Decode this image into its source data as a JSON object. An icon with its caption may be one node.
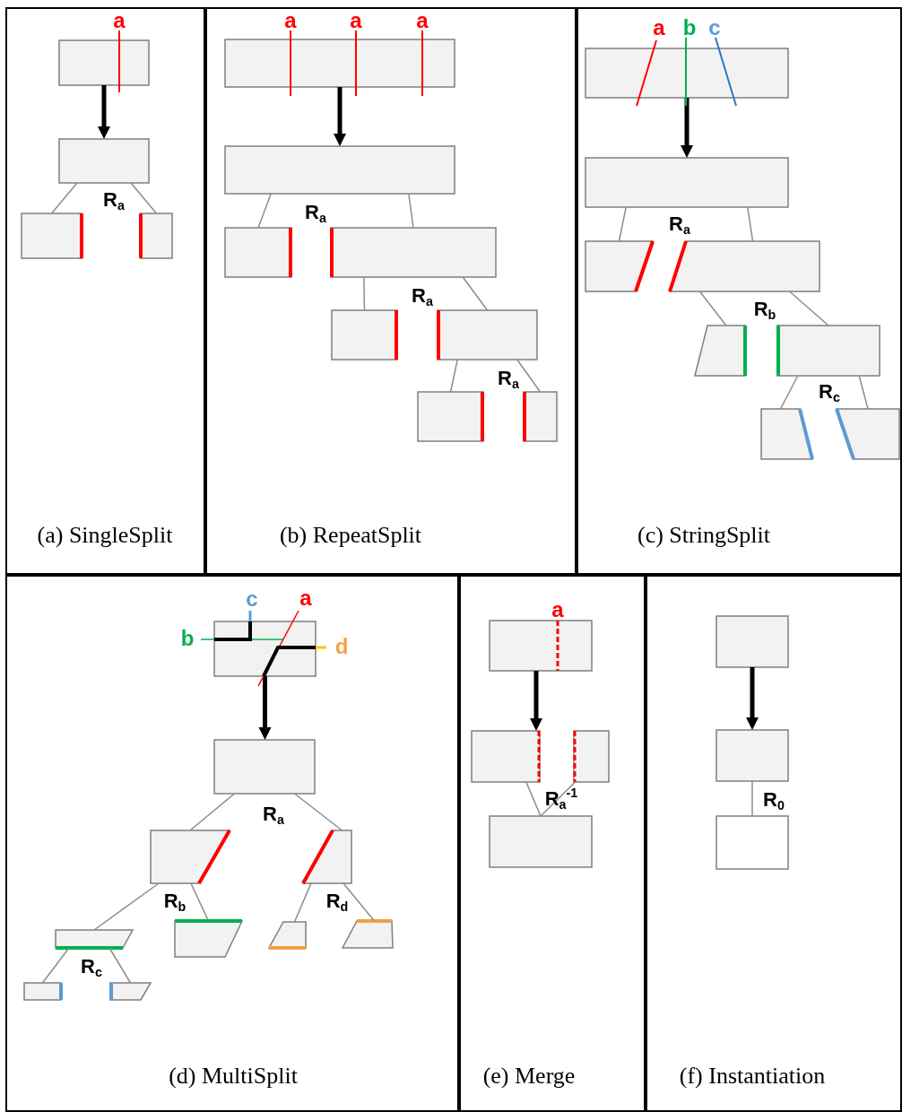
{
  "diagram": {
    "nodes": [
      {
        "text": [
          "(a) SingleSplit"
        ]
      },
      {
        "text": [
          "(b) RepeatSplit"
        ]
      },
      {
        "text": [
          "(c) StringSplit"
        ]
      },
      {
        "text": [
          "(d) MultiSplit"
        ]
      },
      {
        "text": [
          "(e) Merge"
        ]
      },
      {
        "text": [
          "(f) Instantiation"
        ]
      },
      {
        "text": [],
        "shape": "box",
        "in": 0
      },
      {
        "text": [],
        "shape": "box",
        "in": 0
      },
      {
        "text": [],
        "shape": "box",
        "in": 0
      },
      {
        "text": [],
        "shape": "box",
        "in": 0
      },
      {
        "text": [],
        "shape": "box",
        "in": 1
      },
      {
        "text": [],
        "shape": "box",
        "in": 1
      },
      {
        "text": [],
        "shape": "box",
        "in": 1
      },
      {
        "text": [],
        "shape": "box",
        "in": 1
      },
      {
        "text": [],
        "shape": "box",
        "in": 1
      },
      {
        "text": [],
        "shape": "box",
        "in": 1
      },
      {
        "text": [],
        "shape": "box",
        "in": 1
      },
      {
        "text": [],
        "shape": "box",
        "in": 1
      },
      {
        "text": [],
        "shape": "box",
        "in": 2
      },
      {
        "text": [],
        "shape": "box",
        "in": 2
      },
      {
        "text": [],
        "shape": "trapezoid",
        "in": 2
      },
      {
        "text": [],
        "shape": "trapezoid",
        "in": 2
      },
      {
        "text": [],
        "shape": "trapezoid",
        "in": 2
      },
      {
        "text": [],
        "shape": "box",
        "in": 2
      },
      {
        "text": [],
        "shape": "trapezoid",
        "in": 2
      },
      {
        "text": [],
        "shape": "trapezoid",
        "in": 2
      },
      {
        "text": [],
        "shape": "box",
        "in": 3
      },
      {
        "text": [],
        "shape": "box",
        "in": 3
      },
      {
        "text": [],
        "shape": "trapezoid",
        "in": 3
      },
      {
        "text": [],
        "shape": "trapezoid",
        "in": 3
      },
      {
        "text": [],
        "shape": "trapezoid",
        "in": 3
      },
      {
        "text": [],
        "shape": "trapezoid",
        "in": 3
      },
      {
        "text": [],
        "shape": "trapezoid",
        "in": 3
      },
      {
        "text": [],
        "shape": "trapezoid",
        "in": 3
      },
      {
        "text": [],
        "shape": "box",
        "in": 3
      },
      {
        "text": [],
        "shape": "trapezoid",
        "in": 3
      },
      {
        "text": [],
        "shape": "box",
        "in": 4
      },
      {
        "text": [],
        "shape": "box",
        "in": 4
      },
      {
        "text": [],
        "shape": "box",
        "in": 4
      },
      {
        "text": [],
        "shape": "box",
        "in": 4
      },
      {
        "text": [],
        "shape": "box",
        "in": 5
      },
      {
        "text": [],
        "shape": "box",
        "in": 5
      },
      {
        "text": [],
        "shape": "box",
        "in": 5
      }
    ],
    "edges": [
      {
        "from": 6,
        "to": 7,
        "arrow": "to",
        "style": "thick",
        "color": "#000000"
      },
      {
        "from": 7,
        "to": 8,
        "arrow": "none"
      },
      {
        "from": 7,
        "to": 9,
        "arrow": "none"
      },
      {
        "from": 10,
        "to": 11,
        "arrow": "to",
        "style": "thick",
        "color": "#000000"
      },
      {
        "from": 11,
        "to": 12,
        "arrow": "none"
      },
      {
        "from": 11,
        "to": 13,
        "arrow": "none"
      },
      {
        "from": 13,
        "to": 14,
        "arrow": "none"
      },
      {
        "from": 13,
        "to": 15,
        "arrow": "none"
      },
      {
        "from": 15,
        "to": 16,
        "arrow": "none"
      },
      {
        "from": 15,
        "to": 17,
        "arrow": "none"
      },
      {
        "from": 18,
        "to": 19,
        "arrow": "to",
        "style": "thick",
        "color": "#000000"
      },
      {
        "from": 19,
        "to": 20,
        "arrow": "none"
      },
      {
        "from": 19,
        "to": 21,
        "arrow": "none"
      },
      {
        "from": 21,
        "to": 22,
        "arrow": "none"
      },
      {
        "from": 21,
        "to": 23,
        "arrow": "none"
      },
      {
        "from": 23,
        "to": 24,
        "arrow": "none"
      },
      {
        "from": 23,
        "to": 25,
        "arrow": "none"
      },
      {
        "from": 26,
        "to": 27,
        "arrow": "to",
        "style": "thick",
        "color": "#000000"
      },
      {
        "from": 27,
        "to": 28,
        "arrow": "none"
      },
      {
        "from": 27,
        "to": 29,
        "arrow": "none"
      },
      {
        "from": 28,
        "to": 30,
        "arrow": "none"
      },
      {
        "from": 28,
        "to": 31,
        "arrow": "none"
      },
      {
        "from": 29,
        "to": 32,
        "arrow": "none"
      },
      {
        "from": 29,
        "to": 33,
        "arrow": "none"
      },
      {
        "from": 30,
        "to": 34,
        "arrow": "none"
      },
      {
        "from": 30,
        "to": 35,
        "arrow": "none"
      },
      {
        "from": 36,
        "to": 37,
        "arrow": "to",
        "style": "thick",
        "color": "#000000"
      },
      {
        "from": 37,
        "to": 39,
        "arrow": "none"
      },
      {
        "from": 38,
        "to": 39,
        "arrow": "none"
      },
      {
        "from": 40,
        "to": 41,
        "arrow": "to",
        "style": "thick",
        "color": "#000000"
      },
      {
        "from": 41,
        "to": 42,
        "arrow": "none"
      }
    ],
    "labels": [
      "a",
      "R$_{a}$",
      "a",
      "a",
      "a",
      "R$_{a}$",
      "R$_{a}$",
      "R$_{a}$",
      "a",
      "b",
      "c",
      "R$_{a}$",
      "R$_{b}$",
      "R$_{c}$",
      "c",
      "a",
      "b",
      "d",
      "R$_{a}$",
      "R$_{b}$",
      "R$_{d}$",
      "R$_{c}$",
      "a",
      "R$_{a}$$^{-1}$",
      "R$_{0}$"
    ]
  }
}
